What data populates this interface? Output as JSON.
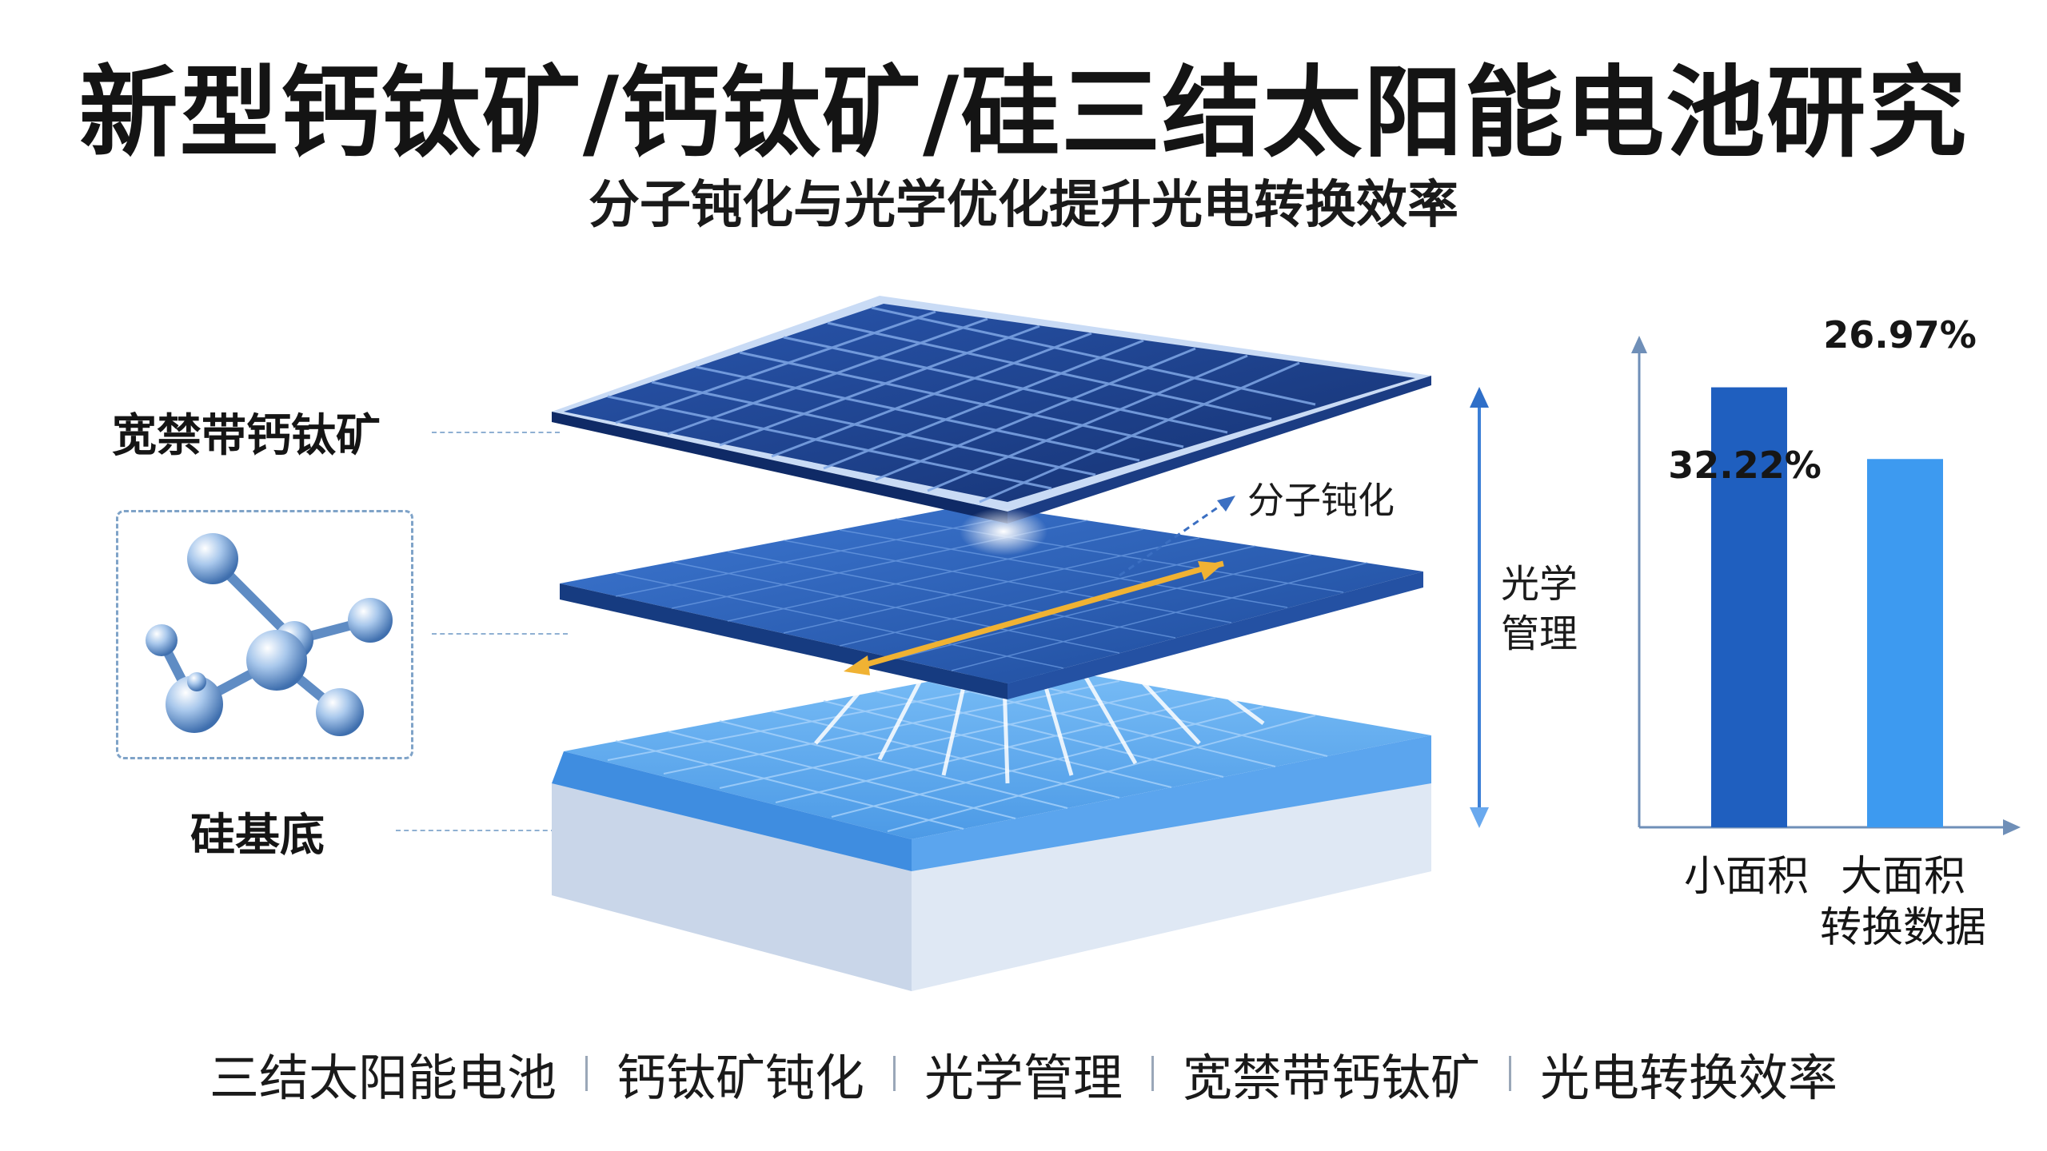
{
  "title": "新型钙钛矿/钙钛矿/硅三结太阳能电池研究",
  "subtitle": "分子钝化与光学优化提升光电转换效率",
  "labels": {
    "top_layer": "宽禁带钙钛矿",
    "bottom_layer": "硅基底",
    "passivation": "分子钝化",
    "optics": "光学管理"
  },
  "chart_data": {
    "type": "bar",
    "categories": [
      "小面积",
      "大面积\n转换数据"
    ],
    "values": [
      32.22,
      26.97
    ],
    "value_labels": [
      "32.22%",
      "26.97%"
    ],
    "colors": [
      "#1f5fbf",
      "#3d9af0"
    ],
    "ylim": [
      0,
      36
    ]
  },
  "footer_tags": [
    "三结太阳能电池",
    "钙钛矿钝化",
    "光学管理",
    "宽禁带钙钛矿",
    "光电转换效率"
  ],
  "colors": {
    "panel_dark": "#1d3f8a",
    "panel_mid": "#2f67c4",
    "substrate": "#5aa6ec",
    "accent_arrow": "#f0b233"
  }
}
